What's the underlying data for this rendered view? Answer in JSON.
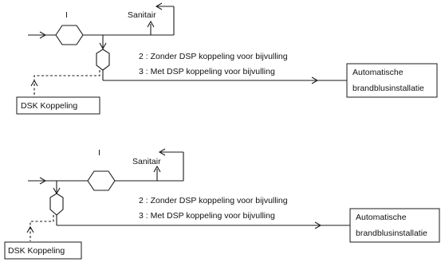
{
  "top": {
    "marker": "I",
    "sanitary": "Sanitair",
    "note_2": "2 : Zonder DSP koppeling voor bijvulling",
    "note_3": "3 : Met DSP koppeling voor bijvulling",
    "sprinkler_line1": "Automatische",
    "sprinkler_line2": "brandblusinstallatie",
    "coupling": "DSK Koppeling"
  },
  "bottom": {
    "marker": "I",
    "sanitary": "Sanitair",
    "note_2": "2 : Zonder DSP koppeling voor bijvulling",
    "note_3": "3 : Met DSP koppeling voor bijvulling",
    "sprinkler_line1": "Automatische",
    "sprinkler_line2": "brandblusinstallatie",
    "coupling": "DSK Koppeling"
  }
}
